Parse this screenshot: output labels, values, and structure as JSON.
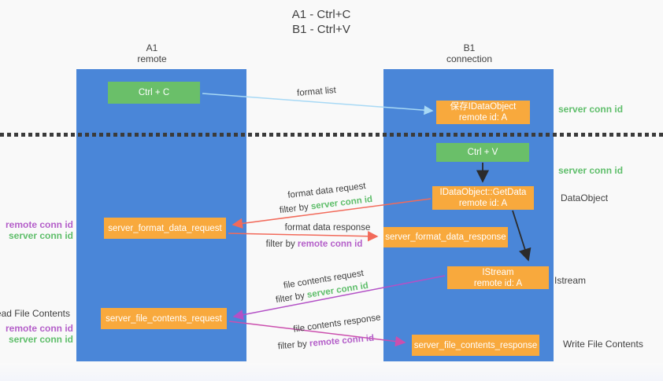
{
  "title": {
    "line1": "A1 - Ctrl+C",
    "line2": "B1 - Ctrl+V"
  },
  "columns": {
    "left": {
      "header_line1": "A1",
      "header_line2": "remote"
    },
    "right": {
      "header_line1": "B1",
      "header_line2": "connection"
    }
  },
  "nodes": {
    "ctrl_c": "Ctrl + C",
    "ctrl_v": "Ctrl + V",
    "save_dataobject": {
      "line1": "保存IDataObject",
      "line2": "remote id: A"
    },
    "getdata": {
      "line1": "IDataObject::GetData",
      "line2": "remote id: A"
    },
    "istream": {
      "line1": "IStream",
      "line2": "remote id: A"
    },
    "format_request": "server_format_data_request",
    "format_response": "server_format_data_response",
    "file_request": "server_file_contents_request",
    "file_response": "server_file_contents_response"
  },
  "side_labels": {
    "right_server_conn_top": "server conn id",
    "right_server_conn_mid": "server conn id",
    "dataobject": "DataObject",
    "istream": "Istream",
    "write_file": "Write File Contents",
    "left_remote_conn_top": "remote conn id",
    "left_server_conn_top": "server conn id",
    "read_file": "Read File Contents",
    "left_remote_conn_bottom": "remote conn id",
    "left_server_conn_bottom": "server conn id"
  },
  "arrow_labels": {
    "format_list": "format list",
    "format_data_request": "format data request",
    "format_data_response": "format data response",
    "file_contents_request": "file contents request",
    "file_contents_response": "file contents response",
    "filter_prefix": "filter by ",
    "filter_server_conn": "server conn id",
    "filter_remote_conn": "remote conn id"
  },
  "colors": {
    "column_blue": "#4A86D8",
    "box_green": "#6ABF69",
    "box_orange": "#F8A93D",
    "conn_green": "#5FBE6B",
    "conn_purple": "#B45FC9",
    "arrow_blue": "#A8D9F5",
    "arrow_red": "#F26A5A",
    "arrow_magenta": "#B351C6",
    "arrow_pink": "#CB4FAE",
    "text_dark": "#3F3F3F"
  }
}
